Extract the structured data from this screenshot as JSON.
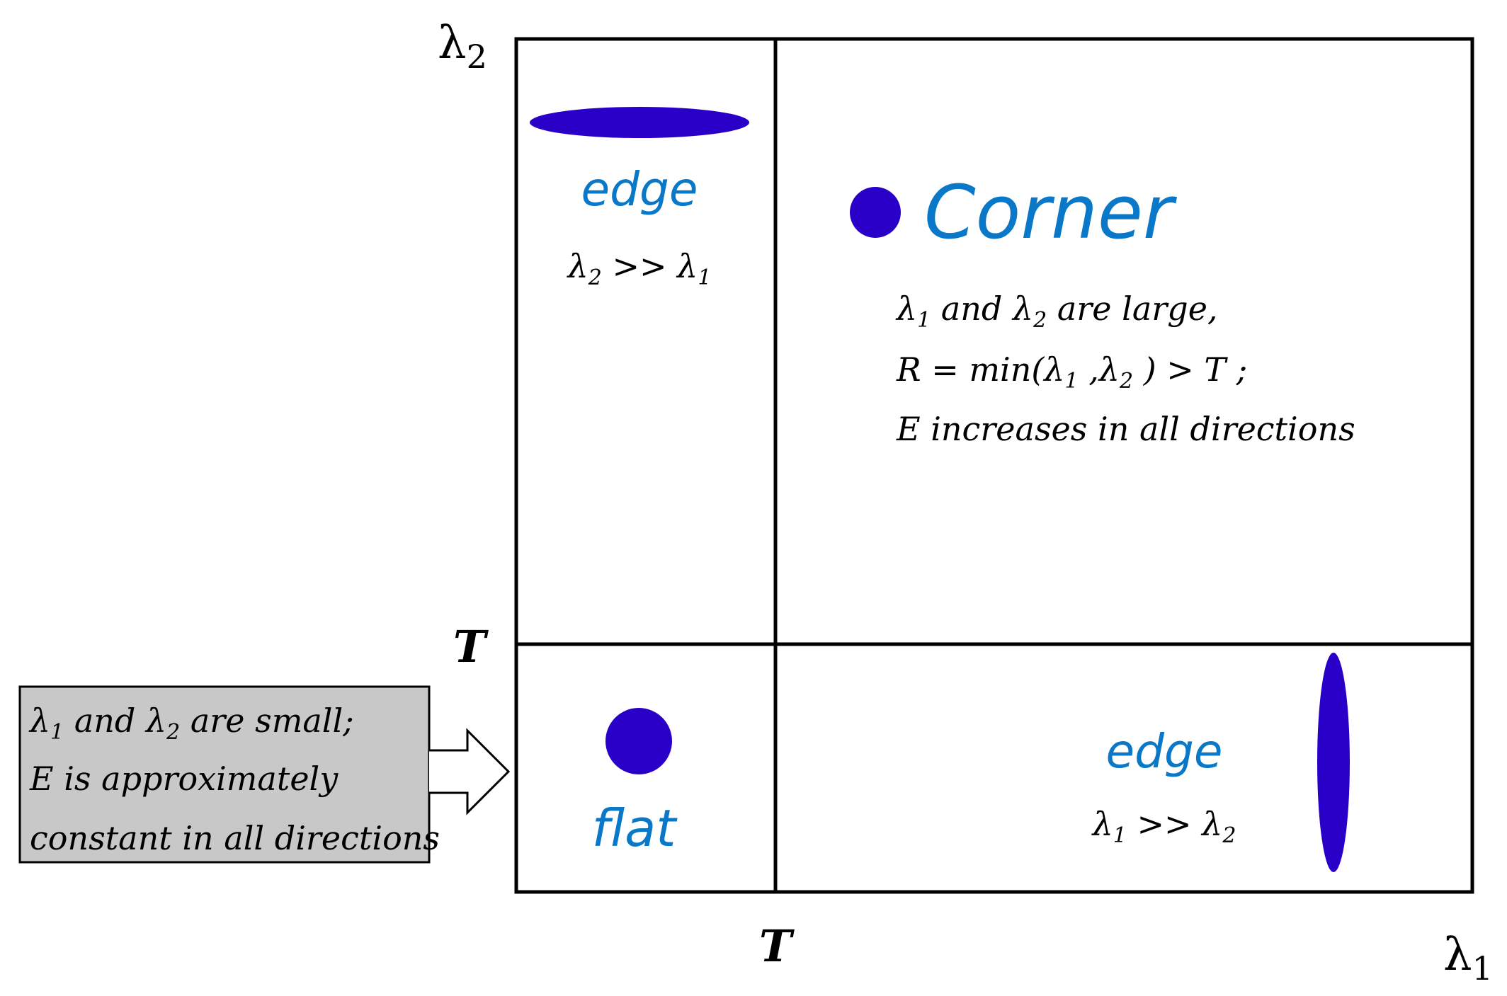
{
  "axes": {
    "y_label_symbol": "λ",
    "y_label_subscript": "2",
    "x_label_symbol": "λ",
    "x_label_subscript": "1",
    "threshold_y_label": "T",
    "threshold_x_label": "T"
  },
  "regions": {
    "edge_top": {
      "label": "edge",
      "condition": {
        "a": "λ",
        "a_sub": "2",
        "op": " >> ",
        "b": "λ",
        "b_sub": "1"
      }
    },
    "corner": {
      "label": "Corner",
      "line1": {
        "a": "λ",
        "a_sub": "1",
        "mid": " and ",
        "b": "λ",
        "b_sub": "2",
        "tail": " are large,"
      },
      "line2": {
        "pre": "R = min(",
        "a": "λ",
        "a_sub": "1",
        "mid": " ,",
        "b": "λ",
        "b_sub": "2",
        "tail": " ) > T ;"
      },
      "line3": "E increases in all directions"
    },
    "flat": {
      "label": "flat"
    },
    "edge_right": {
      "label": "edge",
      "condition": {
        "a": "λ",
        "a_sub": "1",
        "op": " >> ",
        "b": "λ",
        "b_sub": "2"
      }
    }
  },
  "callout": {
    "line1": {
      "a": "λ",
      "a_sub": "1",
      "mid": " and ",
      "b": "λ",
      "b_sub": "2",
      "tail": " are small;"
    },
    "line2": "E is approximately",
    "line3": "constant in all directions"
  },
  "colors": {
    "shape_fill": "#2A00C8",
    "label_blue": "#0A78C8",
    "line": "#000000",
    "callout_fill": "#C8C8C8"
  }
}
